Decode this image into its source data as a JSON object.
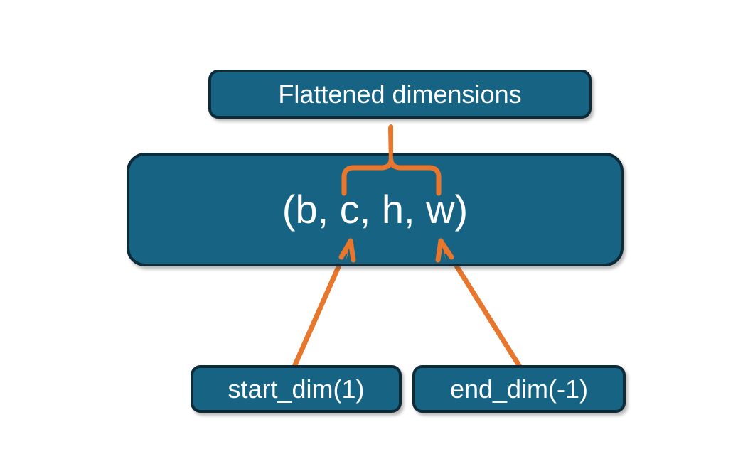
{
  "diagram": {
    "title_text": "Flattened dimensions",
    "nodes": {
      "flattened": {
        "label": "Flattened dimensions"
      },
      "shape": {
        "label": "(b, c, h, w)"
      },
      "start_dim": {
        "label": "start_dim(1)"
      },
      "end_dim": {
        "label": "end_dim(-1)"
      }
    },
    "connectors": {
      "brace_label": "curly-brace-over-c-h-w",
      "arrow_start_label": "arrow-start-dim-to-c",
      "arrow_end_label": "arrow-end-dim-to-w"
    },
    "colors": {
      "node_fill": "#176383",
      "node_border": "#0d2b38",
      "node_text": "#ffffff",
      "accent_orange": "#e8762c",
      "background": "#ffffff"
    }
  }
}
